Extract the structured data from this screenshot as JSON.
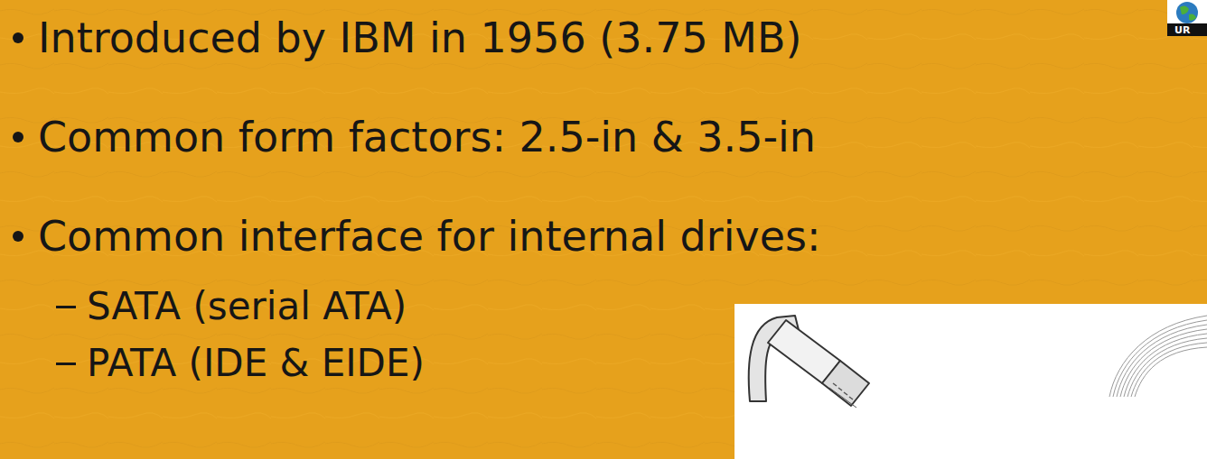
{
  "diagram": {
    "labels": [
      "Introduced by IBM in 1956 (3.75 MB)",
      "Common form factors: 2.5-in & 3.5-in",
      "Common interface for internal drives:",
      "SATA (serial ATA)",
      "PATA (IDE & EIDE)",
      "UR"
    ]
  }
}
